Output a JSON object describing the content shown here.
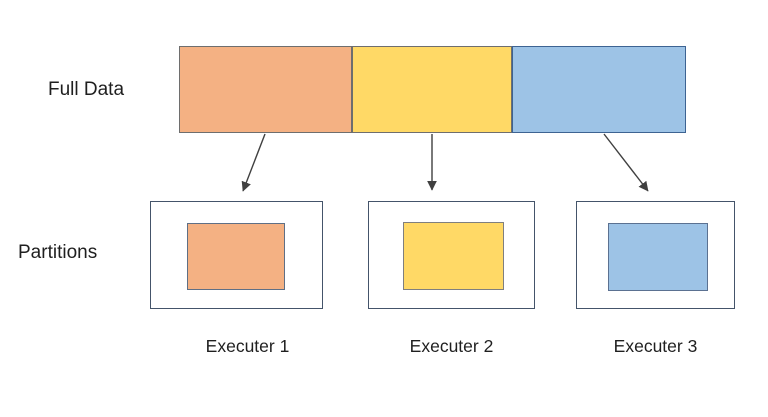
{
  "labels": {
    "full_data": "Full Data",
    "partitions": "Partitions"
  },
  "full_data_bar": {
    "segments": [
      {
        "id": "partition-1",
        "fill": "#F4B183",
        "stroke": "#6E6E6E"
      },
      {
        "id": "partition-2",
        "fill": "#FFD966",
        "stroke": "#6E6E6E"
      },
      {
        "id": "partition-3",
        "fill": "#9DC3E6",
        "stroke": "#3D6392"
      }
    ]
  },
  "executors": [
    {
      "label": "Executer 1",
      "partition_fill": "#F4B183",
      "partition_stroke": "#5F6F85",
      "box_stroke": "#44546A"
    },
    {
      "label": "Executer 2",
      "partition_fill": "#FFD966",
      "partition_stroke": "#7F7F7F",
      "box_stroke": "#44546A"
    },
    {
      "label": "Executer 3",
      "partition_fill": "#9DC3E6",
      "partition_stroke": "#5B7191",
      "box_stroke": "#44546A"
    }
  ],
  "colors": {
    "arrow": "#404040",
    "text": "#1F1F1F",
    "background": "#FFFFFF"
  }
}
